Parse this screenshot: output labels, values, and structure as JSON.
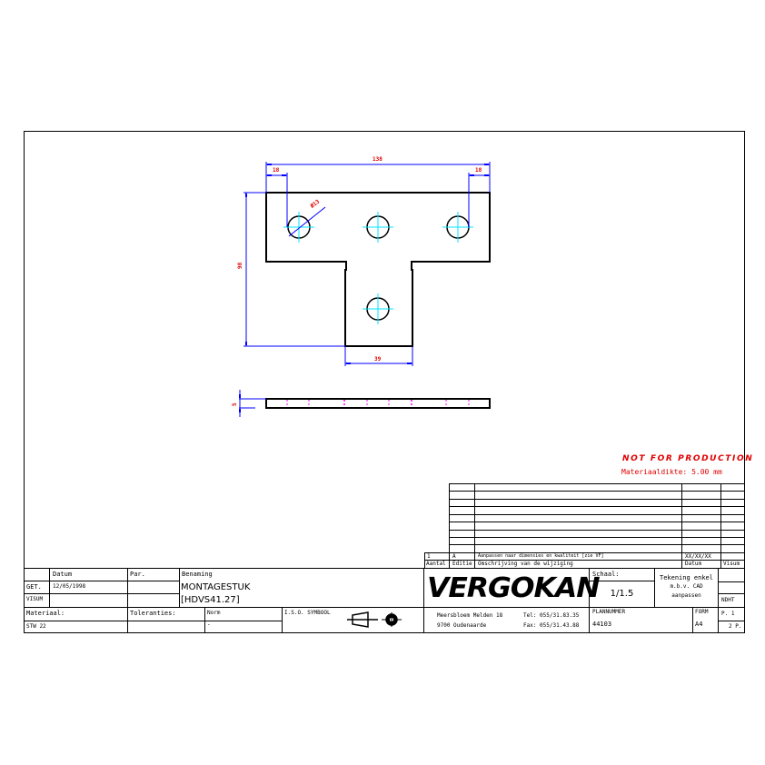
{
  "drawing": {
    "dimensions": {
      "overall_width": "138",
      "left_hole_offset": "18",
      "right_hole_offset": "18",
      "hole_diameter": "Ø13",
      "overall_height": "98",
      "stem_width": "39",
      "thickness": "5"
    }
  },
  "notes": {
    "production_warning": "NOT FOR PRODUCTION",
    "material_thickness": "Materiaaldikte: 5.00 mm"
  },
  "revision_table": {
    "rows": [
      {
        "aantal": "1",
        "editie": "A",
        "omschrijving": "Aanpassen naar dimensies en kwaliteit [zie VF]",
        "datum": "XX/XX/XX",
        "visum": ""
      }
    ],
    "headers": {
      "aantal": "Aantal",
      "editie": "Editie",
      "omschrijving": "Omschrijving van de wijziging",
      "datum": "Datum",
      "visum": "Visum"
    }
  },
  "title_block": {
    "datum_label": "Datum",
    "par_label": "Par.",
    "get_label": "GET.",
    "get_datum": "12/05/1998",
    "visum_label": "VISUM",
    "benaming_label": "Benaming",
    "benaming_line1": "MONTAGESTUK",
    "benaming_line2": "[HDVS41.27]",
    "materiaal_label": "Materiaal:",
    "materiaal_value": "STW 22",
    "toleranties_label": "Toleranties:",
    "norm_label": "Norm",
    "norm_value": "-",
    "iso_label": "I.S.O. SYMBOOL",
    "company": {
      "logo": "VERGOKAN",
      "address1": "Meersbloem Melden 18",
      "address2": "9700 Oudenaarde",
      "tel": "Tel: 055/31.83.35",
      "fax": "Fax: 055/31.43.88"
    },
    "schaal_label": "Schaal:",
    "schaal_value": "1/1.5",
    "note_line1": "Tekening enkel",
    "note_line2": "m.b.v. CAD",
    "note_line3": "aanpassen",
    "nd_label": "NDHT",
    "plannummer_label": "PLANNUMMER",
    "plannummer_value": "44103",
    "formaat_label": "FORM",
    "formaat_value": "A4",
    "page_label": "P. 1",
    "pages_label": "2 P."
  },
  "colors": {
    "outline": "#000000",
    "dimension": "#0000ff",
    "dimension_text": "#e00000",
    "centerline": "#00e5ff",
    "hidden_line": "#ff00ff",
    "warning": "#e00000"
  }
}
